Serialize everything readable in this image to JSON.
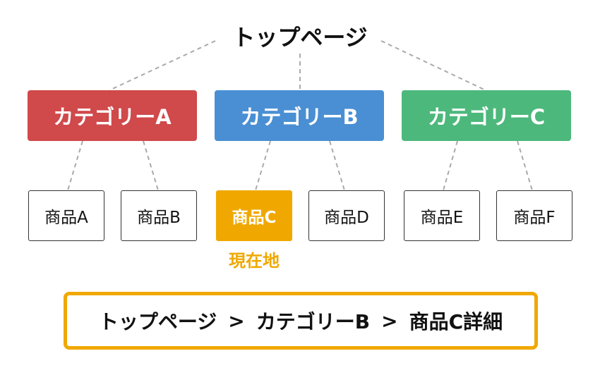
{
  "top_page": {
    "label": "トップページ"
  },
  "categories": [
    {
      "label": "カテゴリーA",
      "color": "#d0494b"
    },
    {
      "label": "カテゴリーB",
      "color": "#4a8fd3"
    },
    {
      "label": "カテゴリーC",
      "color": "#4db87c"
    }
  ],
  "products": [
    {
      "label": "商品A"
    },
    {
      "label": "商品B"
    },
    {
      "label": "商品C",
      "current": true,
      "color": "#f0a800"
    },
    {
      "label": "商品D"
    },
    {
      "label": "商品E"
    },
    {
      "label": "商品F"
    }
  ],
  "current_location": {
    "label": "現在地",
    "color": "#f0a800"
  },
  "breadcrumb": {
    "items": [
      "トップページ",
      "カテゴリーB",
      "商品C詳細"
    ],
    "separator": ">",
    "border_color": "#f0a800"
  },
  "connector_color": "#aaaaaa"
}
